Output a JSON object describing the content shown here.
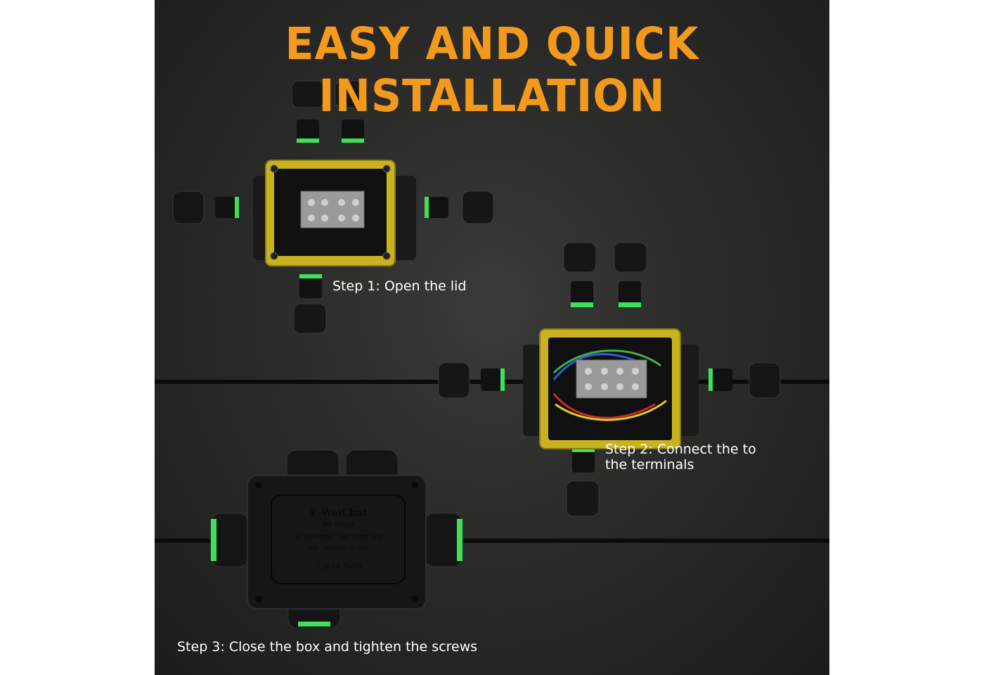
{
  "title": "EASY AND QUICK INSTALLATION",
  "steps": [
    {
      "line1": "Step 1: Open the lid",
      "line2": ""
    },
    {
      "line1": "Step 2: Connect the to",
      "line2": "the terminals"
    },
    {
      "line1": "Step 3: Close the box and tighten the screws",
      "line2": ""
    }
  ],
  "product_label": {
    "brand": "E-WeiChat",
    "model": "EW-M2068",
    "name": "WATERPROOF JUNCTION BOX",
    "spec": "450W IP68(IPX8.4M.120H)",
    "marks": [
      "TÜV",
      "CE",
      "RoHS"
    ]
  },
  "colors": {
    "title": "#f39a1c",
    "box_frame": "#c9b21f",
    "seal_ring": "#3ee05a",
    "background": "#2b2b2a",
    "text": "#ffffff"
  }
}
